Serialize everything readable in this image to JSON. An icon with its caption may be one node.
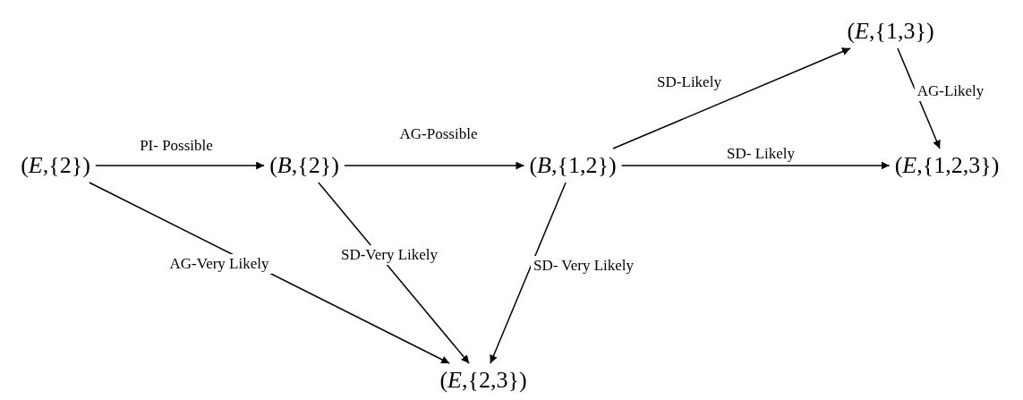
{
  "diagram": {
    "nodes": [
      {
        "text": [
          "(*E*,{2})"
        ]
      },
      {
        "text": [
          "(*B*,{2})"
        ]
      },
      {
        "text": [
          "(*B*,{1,2})"
        ]
      },
      {
        "text": [
          "(*E*,{1,3})"
        ]
      },
      {
        "text": [
          "(*E*,{1,2,3})"
        ]
      },
      {
        "text": [
          "(*E*,{2,3})"
        ]
      }
    ],
    "edges": [
      {
        "from": 0,
        "to": 1,
        "arrow": "to",
        "label": "PI- Possible"
      },
      {
        "from": 1,
        "to": 2,
        "arrow": "to",
        "label": "AG-Possible"
      },
      {
        "from": 2,
        "to": 3,
        "arrow": "to",
        "label": "SD-Likely"
      },
      {
        "from": 2,
        "to": 4,
        "arrow": "to",
        "label": "SD- Likely"
      },
      {
        "from": 3,
        "to": 4,
        "arrow": "to",
        "label": "AG-Likely"
      },
      {
        "from": 0,
        "to": 5,
        "arrow": "to",
        "label": "AG-Very Likely"
      },
      {
        "from": 1,
        "to": 5,
        "arrow": "to",
        "label": "SD-Very Likely"
      },
      {
        "from": 2,
        "to": 5,
        "arrow": "to",
        "label": "SD- Very Likely"
      }
    ]
  }
}
